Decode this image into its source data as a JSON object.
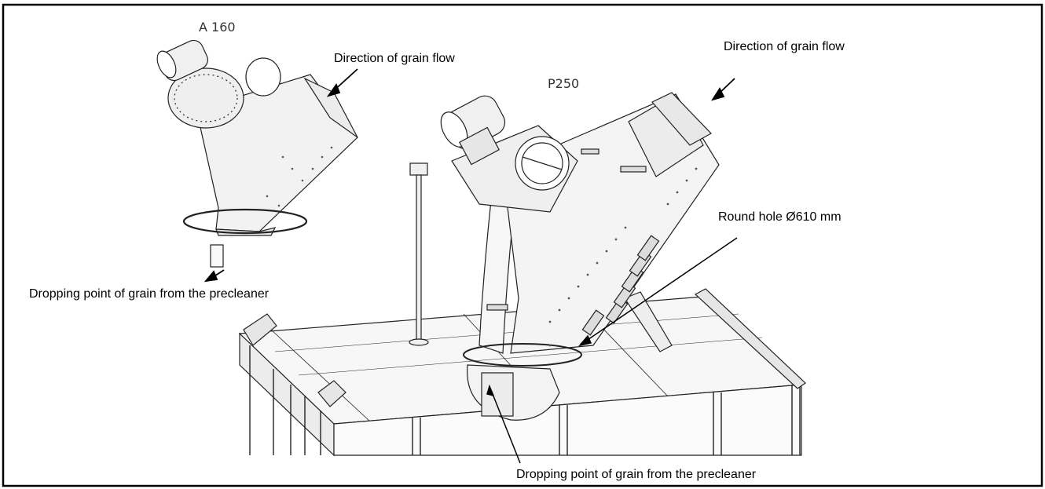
{
  "a160": {
    "model_label": "A 160",
    "flow_label": "Direction of grain flow",
    "drop_label": "Dropping point of grain from the precleaner"
  },
  "p250": {
    "model_label": "P250",
    "flow_label": "Direction of grain flow",
    "hole_label": "Round hole Ø610 mm",
    "drop_label": "Dropping point of grain from the precleaner"
  },
  "colors": {
    "line": "#222222",
    "panel": "#f4f4f4",
    "frame": "#000000"
  }
}
